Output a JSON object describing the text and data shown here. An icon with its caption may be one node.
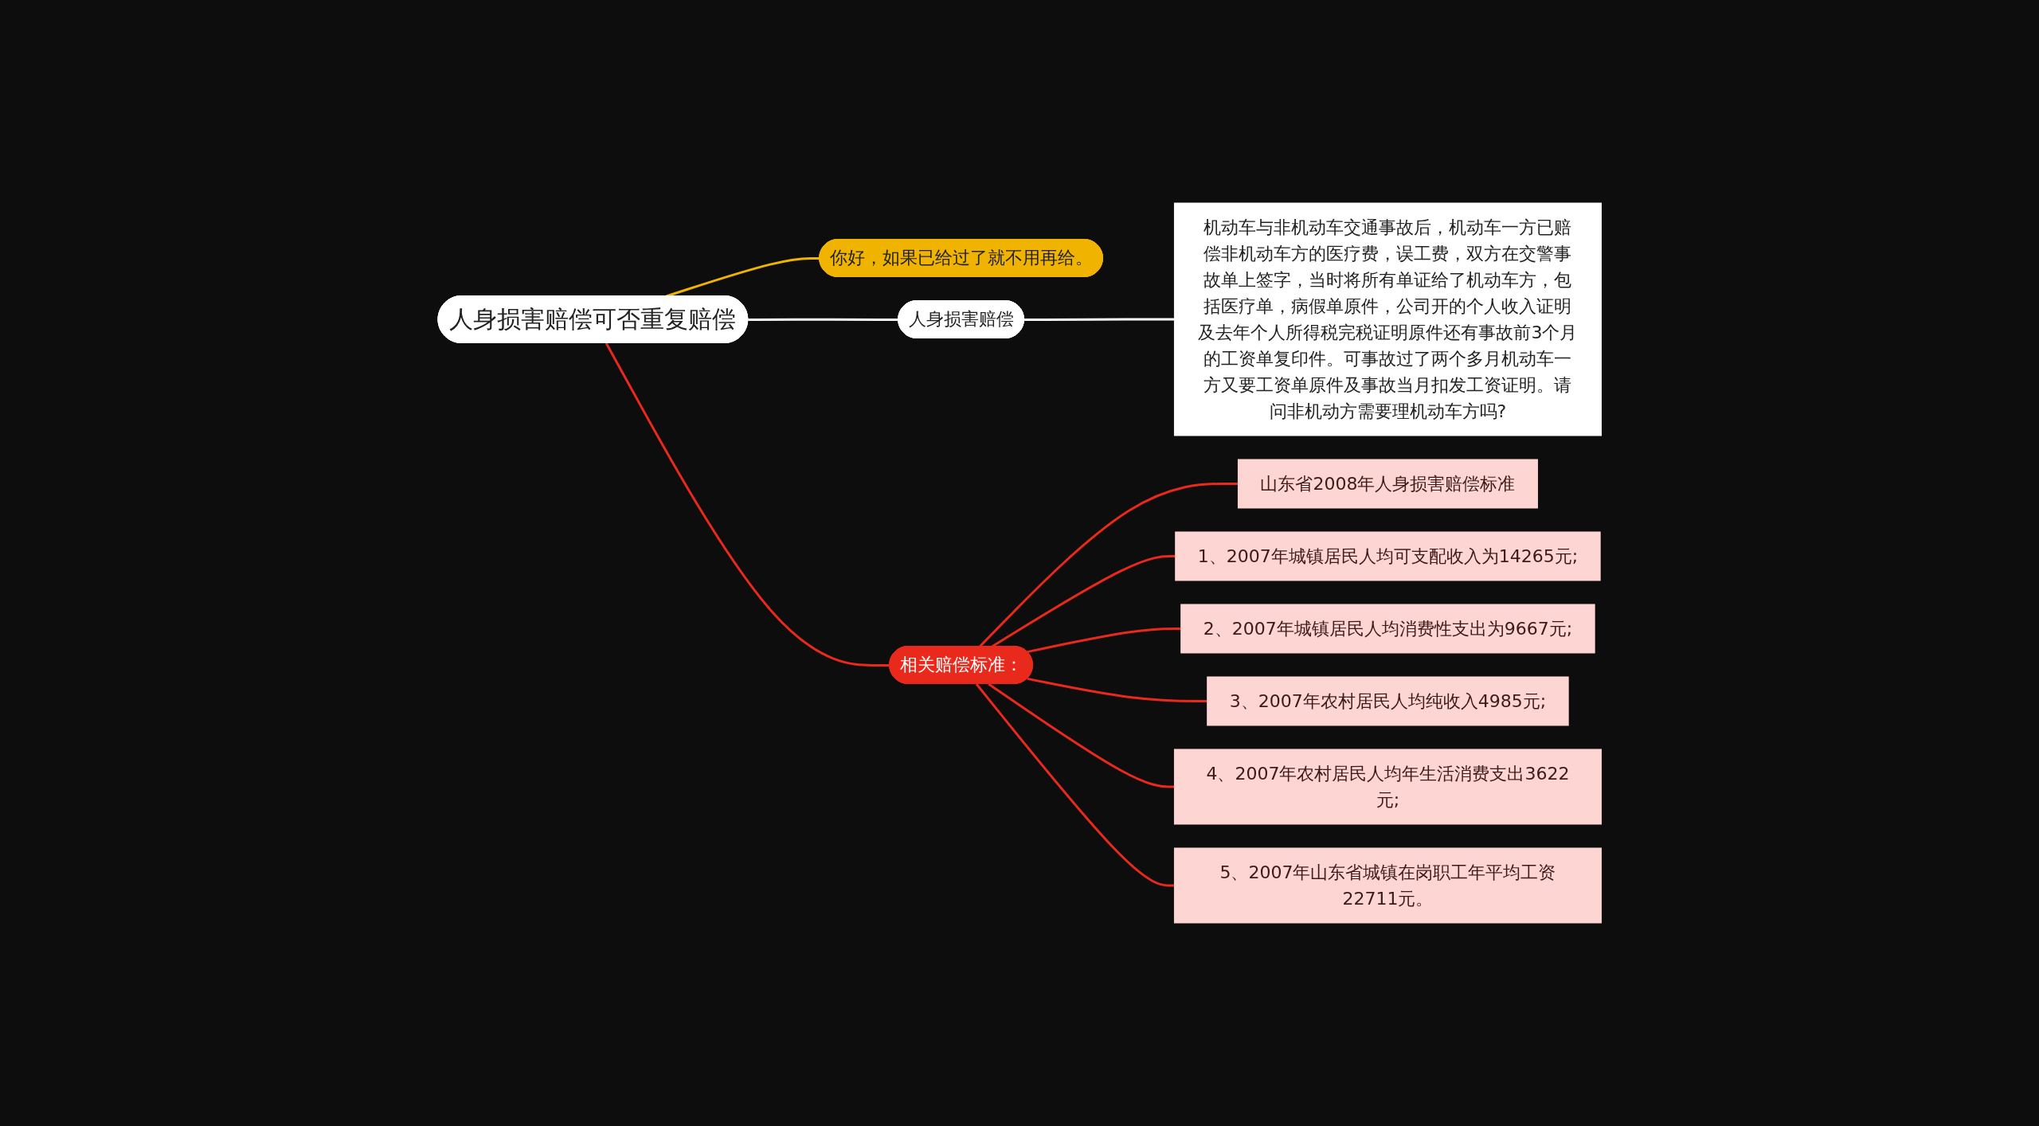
{
  "diagram": {
    "nodes": [
      {
        "text": [
          "人身损害赔偿可否重复赔偿"
        ]
      },
      {
        "text": [
          "你好，如果已给过了就不用再给。"
        ]
      },
      {
        "text": [
          "人身损害赔偿"
        ]
      },
      {
        "text": [
          "机动车与非机动车交通事故后，机动车一方已赔偿非机动车方的医疗费，误工费，双方在交警事故单上签字，当时将所有单证给了机动车方，包括医疗单，病假单原件，公司开的个人收入证明及去年个人所得税完税证明原件还有事故前3个月的工资单复印件。可事故过了两个多月机动车一方又要工资单原件及事故当月扣发工资证明。请问非机动方需要理机动车方吗?"
        ]
      },
      {
        "text": [
          "相关赔偿标准："
        ]
      },
      {
        "text": [
          "山东省2008年人身损害赔偿标准"
        ]
      },
      {
        "text": [
          "1、2007年城镇居民人均可支配收入为14265元;"
        ]
      },
      {
        "text": [
          "2、2007年城镇居民人均消费性支出为9667元;"
        ]
      },
      {
        "text": [
          "3、2007年农村居民人均纯收入4985元;"
        ]
      },
      {
        "text": [
          "4、2007年农村居民人均年生活消费支出3622元;"
        ]
      },
      {
        "text": [
          "5、2007年山东省城镇在岗职工年平均工资22711元。"
        ]
      }
    ],
    "edges": [
      {
        "from": 0,
        "to": 1,
        "arrow": "none",
        "color": "#f0b400"
      },
      {
        "from": 0,
        "to": 2,
        "arrow": "none",
        "color": "#ffffff"
      },
      {
        "from": 2,
        "to": 3,
        "arrow": "none",
        "color": "#ffffff"
      },
      {
        "from": 0,
        "to": 4,
        "arrow": "none"
      },
      {
        "from": 4,
        "to": 5,
        "arrow": "none"
      },
      {
        "from": 4,
        "to": 6,
        "arrow": "none"
      },
      {
        "from": 4,
        "to": 7,
        "arrow": "none"
      },
      {
        "from": 4,
        "to": 8,
        "arrow": "none"
      },
      {
        "from": 4,
        "to": 9,
        "arrow": "none"
      },
      {
        "from": 4,
        "to": 10,
        "arrow": "none"
      }
    ]
  }
}
